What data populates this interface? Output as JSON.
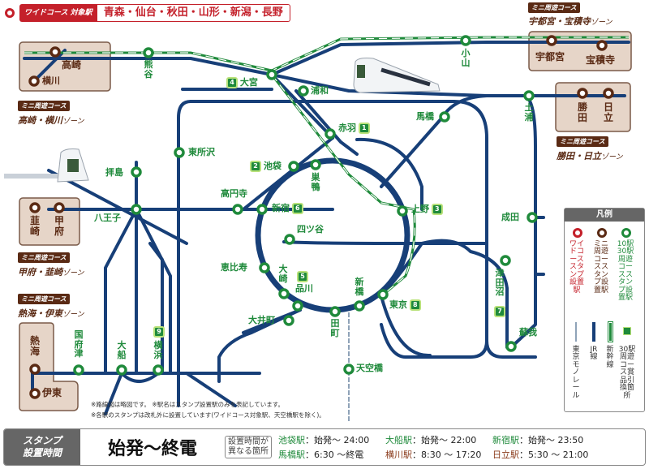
{
  "wide_course": {
    "tag": "ワイドコース 対象駅",
    "cities": "青森・仙台・秋田・山形・新潟・長野",
    "color": "#c4202a"
  },
  "mini_courses": [
    {
      "tag": "ミニ周遊コース",
      "zone": "宇都宮・宝積寺",
      "suffix": "ゾーン",
      "stations": [
        "宇都宮",
        "宝積寺"
      ]
    },
    {
      "tag": "ミニ周遊コース",
      "zone": "高崎・横川",
      "suffix": "ゾーン",
      "stations": [
        "高崎",
        "横川"
      ]
    },
    {
      "tag": "ミニ周遊コース",
      "zone": "勝田・日立",
      "suffix": "ゾーン",
      "stations": [
        "勝田",
        "日立"
      ]
    },
    {
      "tag": "ミニ周遊コース",
      "zone": "甲府・韮崎",
      "suffix": "ゾーン",
      "stations": [
        "韮崎",
        "甲府"
      ]
    },
    {
      "tag": "ミニ周遊コース",
      "zone": "熱海・伊東",
      "suffix": "ゾーン",
      "stations": [
        "熱海",
        "伊東"
      ]
    }
  ],
  "stations": {
    "kumagaya": "熊谷",
    "omiya": "大宮",
    "urawa": "浦和",
    "oyama": "小山",
    "tsuchiura": "土浦",
    "mabashi": "馬橋",
    "akabane": "赤羽",
    "higashi_tokorozawa": "東所沢",
    "haijima": "拝島",
    "ikebukuro": "池袋",
    "sugamo": "巣鴨",
    "koenji": "高円寺",
    "shinjuku": "新宿",
    "hachioji": "八王子",
    "ueno": "上野",
    "yotsuya": "四ツ谷",
    "narita": "成田",
    "ebisu": "恵比寿",
    "osaki": "大崎",
    "shinagawa": "品川",
    "shimbashi": "新橋",
    "tokyo": "東京",
    "tsudanuma": "津田沼",
    "oimachi": "大井町",
    "tamachi": "田町",
    "soga": "蘇我",
    "kozu": "国府津",
    "ofuna": "大船",
    "yokohama": "横浜",
    "tenkubashi": "天空橋"
  },
  "prize_numbers": {
    "akabane": "1",
    "ikebukuro": "2",
    "ueno": "3",
    "omiya": "4",
    "shinagawa": "5",
    "shinjuku": "6",
    "tsudanuma": "7",
    "tokyo": "8",
    "yokohama": "9"
  },
  "legend": {
    "title": "凡例",
    "wide": "ワイドコーススタンプ設置駅",
    "mini": "ミニ周遊コーススタンプ設置駅",
    "ten30": "10駅30駅周遊コーススタンプ設置駅",
    "monorail": "東京モノレール",
    "jr": "JR線",
    "shinkansen": "新幹線",
    "prize": "30駅周遊コース賞品引換箇所",
    "colors": {
      "wide": "#c4202a",
      "mini": "#5a2a14",
      "ten30": "#1f8a3b",
      "jr": "#173f78",
      "monorail": "#8fa3b8"
    }
  },
  "notes": {
    "line1": "※路線図は略図です。 ※駅名はスタンプ設置駅のみを表記しています。",
    "line2": "※各駅のスタンプは改札外に設置しています(ワイドコース対象駅、天空橋駅を除く)。"
  },
  "stamp_hours": {
    "label_1": "スタンプ",
    "label_2": "設置時間",
    "main": "始発～終電",
    "diff_1": "設置時間が",
    "diff_2": "異なる箇所",
    "exceptions": [
      {
        "station": "池袋駅",
        "time": "：始発～ 24:00",
        "color": "g"
      },
      {
        "station": "大船駅",
        "time": "：始発～ 22:00",
        "color": "g"
      },
      {
        "station": "新宿駅",
        "time": "：始発～ 23:50",
        "color": "g"
      },
      {
        "station": "馬橋駅",
        "time": "：6:30 ～終電",
        "color": "g"
      },
      {
        "station": "横川駅",
        "time": "：8:30 ～ 17:20",
        "color": "b"
      },
      {
        "station": "日立駅",
        "time": "：5:30 ～ 21:00",
        "color": "b"
      }
    ]
  }
}
